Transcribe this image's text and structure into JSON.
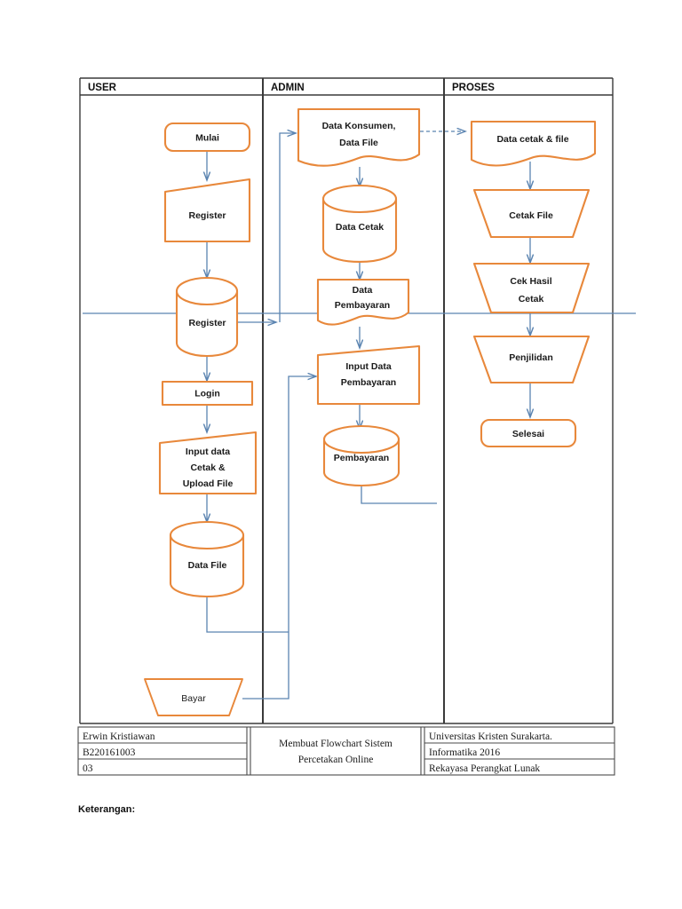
{
  "document": {
    "keterangan_label": "Keterangan:"
  },
  "lanes": [
    {
      "id": "user",
      "title": "USER"
    },
    {
      "id": "admin",
      "title": "ADMIN"
    },
    {
      "id": "proses",
      "title": "PROSES"
    }
  ],
  "colors": {
    "shape_stroke": "#E8883B",
    "shape_fill": "#FFFFFF",
    "connector": "#5B84B1",
    "frame": "#3A3A3A",
    "text": "#1A1A1A"
  },
  "nodes": {
    "user": [
      {
        "id": "mulai",
        "shape": "terminator",
        "label": "Mulai"
      },
      {
        "id": "register_in",
        "shape": "manual-input",
        "label": "Register"
      },
      {
        "id": "register_db",
        "shape": "database",
        "label": "Register"
      },
      {
        "id": "login",
        "shape": "process",
        "label": "Login"
      },
      {
        "id": "input_cetak",
        "shape": "manual-input",
        "label": "Input data\nCetak &\nUpload File",
        "lines": [
          "Input data",
          "Cetak &",
          "Upload File"
        ]
      },
      {
        "id": "data_file",
        "shape": "database",
        "label": "Data File"
      },
      {
        "id": "bayar",
        "shape": "trapezoid",
        "label": "Bayar"
      }
    ],
    "admin": [
      {
        "id": "data_konsumen",
        "shape": "document",
        "label": "Data Konsumen,\nData File",
        "lines": [
          "Data Konsumen,",
          "Data File"
        ]
      },
      {
        "id": "data_cetak_db",
        "shape": "database",
        "label": "Data Cetak"
      },
      {
        "id": "data_pembayaran",
        "shape": "document",
        "label": "Data\nPembayaran",
        "lines": [
          "Data",
          "Pembayaran"
        ]
      },
      {
        "id": "input_data_pembayaran",
        "shape": "manual-input",
        "label": "Input Data\nPembayaran",
        "lines": [
          "Input Data",
          "Pembayaran"
        ]
      },
      {
        "id": "pembayaran_db",
        "shape": "database",
        "label": "Pembayaran"
      }
    ],
    "proses": [
      {
        "id": "data_cetak_file",
        "shape": "document",
        "label": "Data cetak &  file"
      },
      {
        "id": "cetak_file",
        "shape": "trapezoid",
        "label": "Cetak File"
      },
      {
        "id": "cek_hasil_cetak",
        "shape": "trapezoid",
        "label": "Cek Hasil\nCetak",
        "lines": [
          "Cek Hasil",
          "Cetak"
        ]
      },
      {
        "id": "penjilidan",
        "shape": "trapezoid",
        "label": "Penjilidan"
      },
      {
        "id": "selesai",
        "shape": "terminator",
        "label": "Selesai"
      }
    ]
  },
  "title_block": {
    "left": [
      "Erwin Kristiawan",
      "B220161003",
      "03"
    ],
    "center": [
      "Membuat Flowchart Sistem",
      "Percetakan Online"
    ],
    "right": [
      "Universitas Kristen Surakarta.",
      "Informatika 2016",
      "Rekayasa Perangkat Lunak"
    ]
  }
}
